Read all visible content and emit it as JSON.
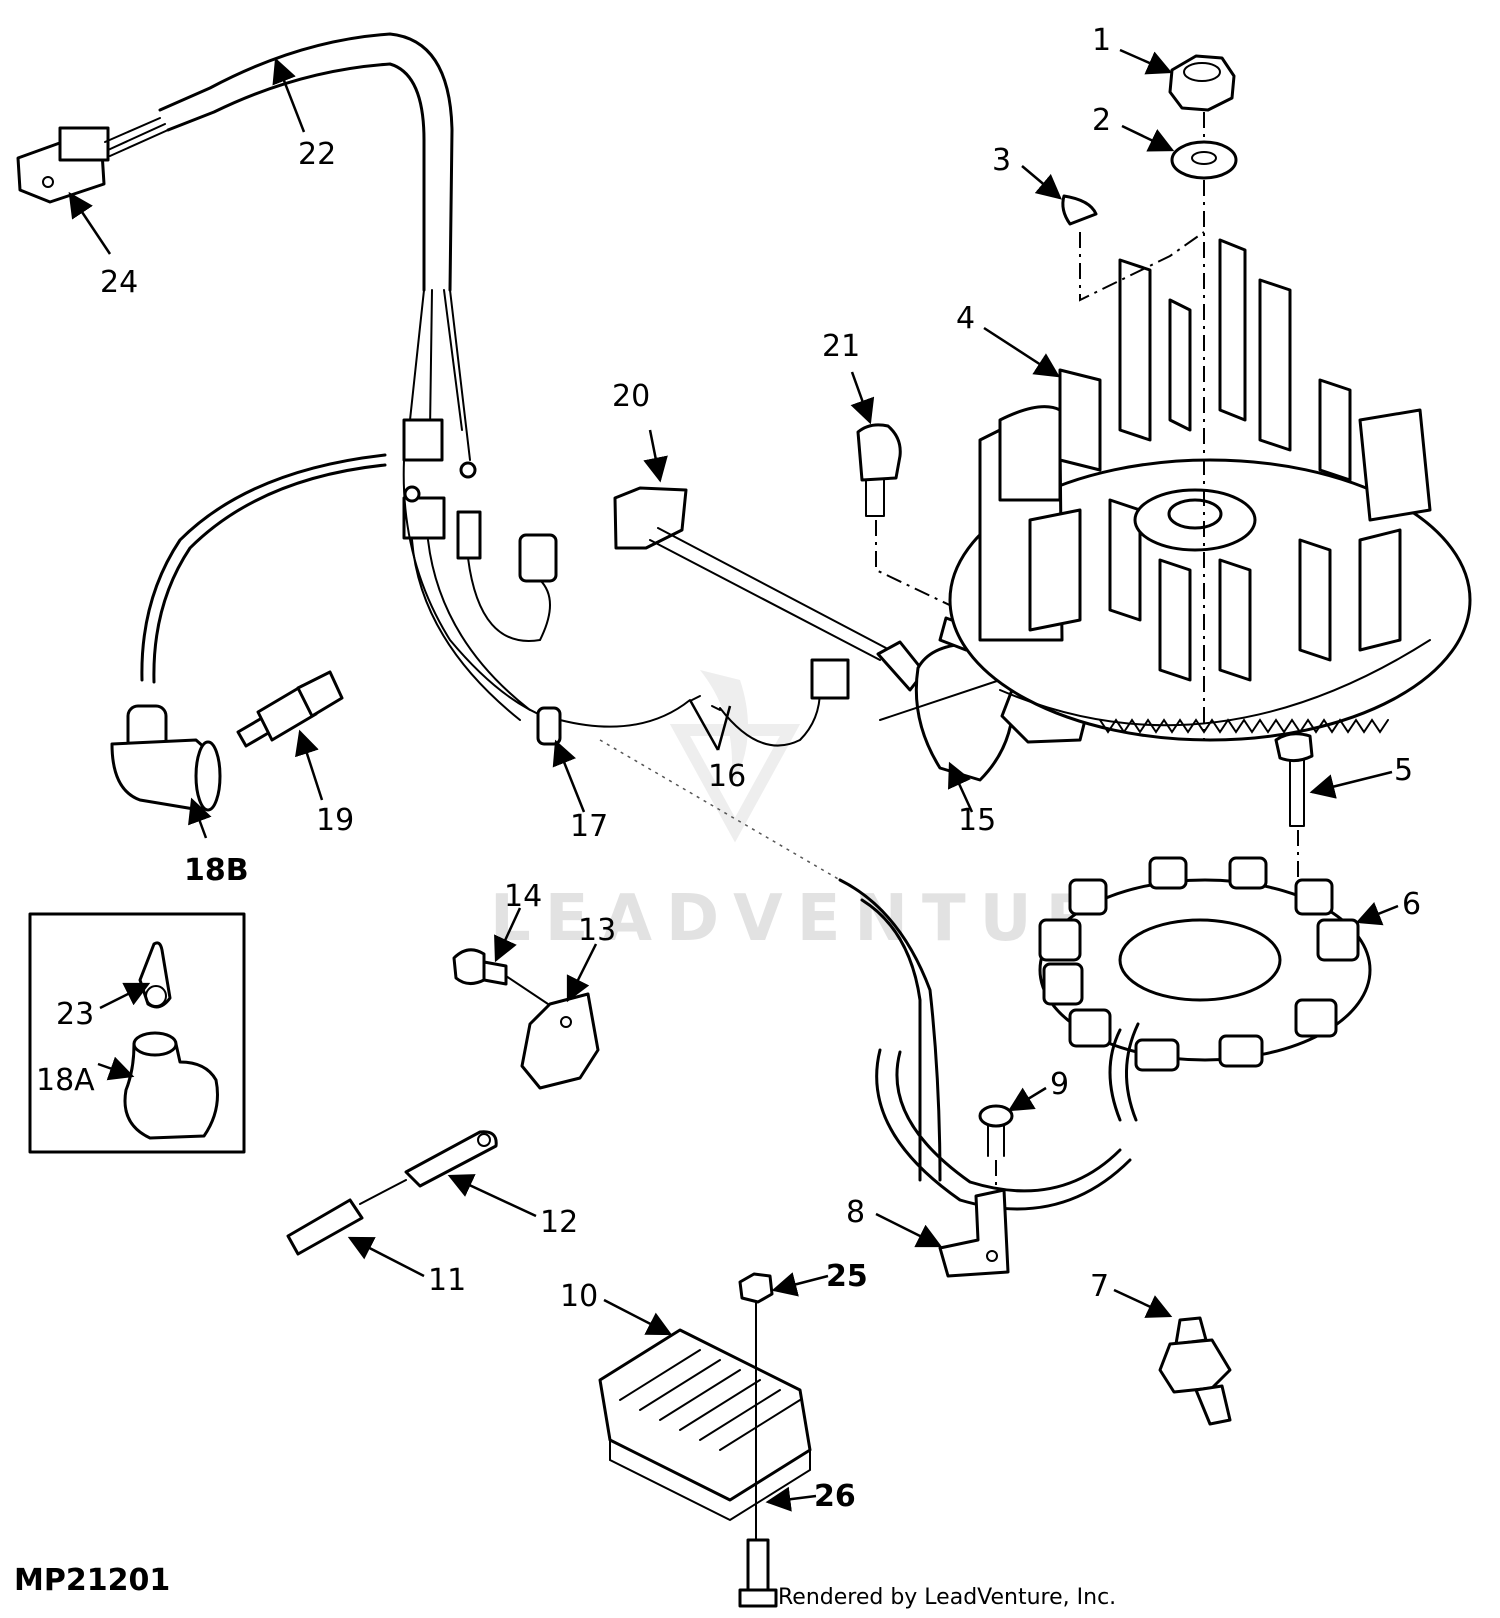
{
  "diagram": {
    "figure_id": "MP21201",
    "watermark": "LEADVENTURE",
    "credit": "Rendered by LeadVenture, Inc.",
    "callouts": [
      "1",
      "2",
      "3",
      "4",
      "5",
      "6",
      "7",
      "8",
      "9",
      "10",
      "11",
      "12",
      "13",
      "14",
      "15",
      "16",
      "17",
      "18A",
      "18B",
      "19",
      "20",
      "21",
      "22",
      "23",
      "24",
      "25",
      "26"
    ]
  }
}
